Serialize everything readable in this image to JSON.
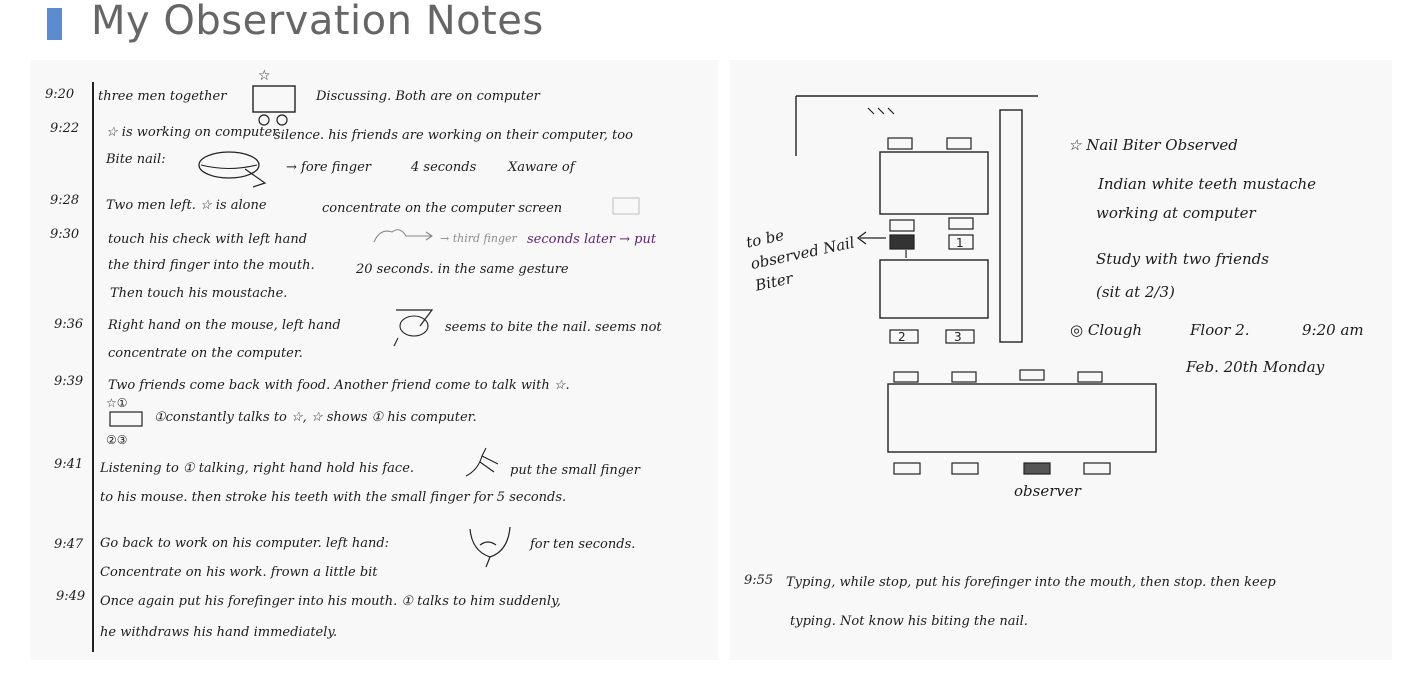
{
  "title": "My Observation Notes",
  "notes": [
    {
      "time": "9:20",
      "lines": [
        "three men together",
        "Discussing. Both are on computer"
      ]
    },
    {
      "time": "9:22",
      "lines": [
        "☆ is working on computer",
        "silence. his friends are working on their computer, too",
        "Bite nail:",
        "→ fore finger",
        "4 seconds",
        "Xaware of"
      ]
    },
    {
      "time": "9:28",
      "lines": [
        "Two men left. ☆ is alone",
        "concentrate on the computer screen"
      ]
    },
    {
      "time": "9:30",
      "lines": [
        "touch his check with left hand",
        "→ third finger",
        "seconds later → put",
        "the third finger into the mouth.",
        "20 seconds. in the same gesture",
        "Then touch his moustache."
      ]
    },
    {
      "time": "9:36",
      "lines": [
        "Right hand on the mouse, left hand",
        "seems to bite the nail. seems not",
        "concentrate on the computer."
      ]
    },
    {
      "time": "9:39",
      "lines": [
        "Two friends come back with food. Another friend come to talk with ☆.",
        "①constantly talks to ☆, ☆ shows ① his computer."
      ]
    },
    {
      "time": "9:41",
      "lines": [
        "Listening to ① talking, right hand hold his face.",
        "put the small finger",
        "to his mouse. then stroke his teeth with the small finger for 5 seconds."
      ]
    },
    {
      "time": "9:47",
      "lines": [
        "Go back to work on his computer. left hand:",
        "for ten seconds.",
        "Concentrate on his work. frown a little bit"
      ]
    },
    {
      "time": "9:49",
      "lines": [
        "Once again put his forefinger into his mouth. ① talks to him suddenly,",
        "he withdraws his hand immediately."
      ]
    }
  ],
  "diagram": {
    "to_be_observed": "to be observed Nail Biter",
    "observer": "observer",
    "seat_numbers": [
      "1",
      "2",
      "3"
    ],
    "legend_title": "☆ Nail Biter Observed",
    "legend_lines": [
      "Indian white teeth mustache",
      "working at computer",
      "Study with two friends",
      "(sit at 2/3)"
    ],
    "location": "◎ Clough",
    "floor": "Floor 2.",
    "time": "9:20 am",
    "date": "Feb. 20th Monday",
    "late_time": "9:55",
    "late_lines": [
      "Typing, while stop, put his forefinger into the mouth, then stop. then keep",
      "typing. Not know his biting the nail."
    ]
  }
}
